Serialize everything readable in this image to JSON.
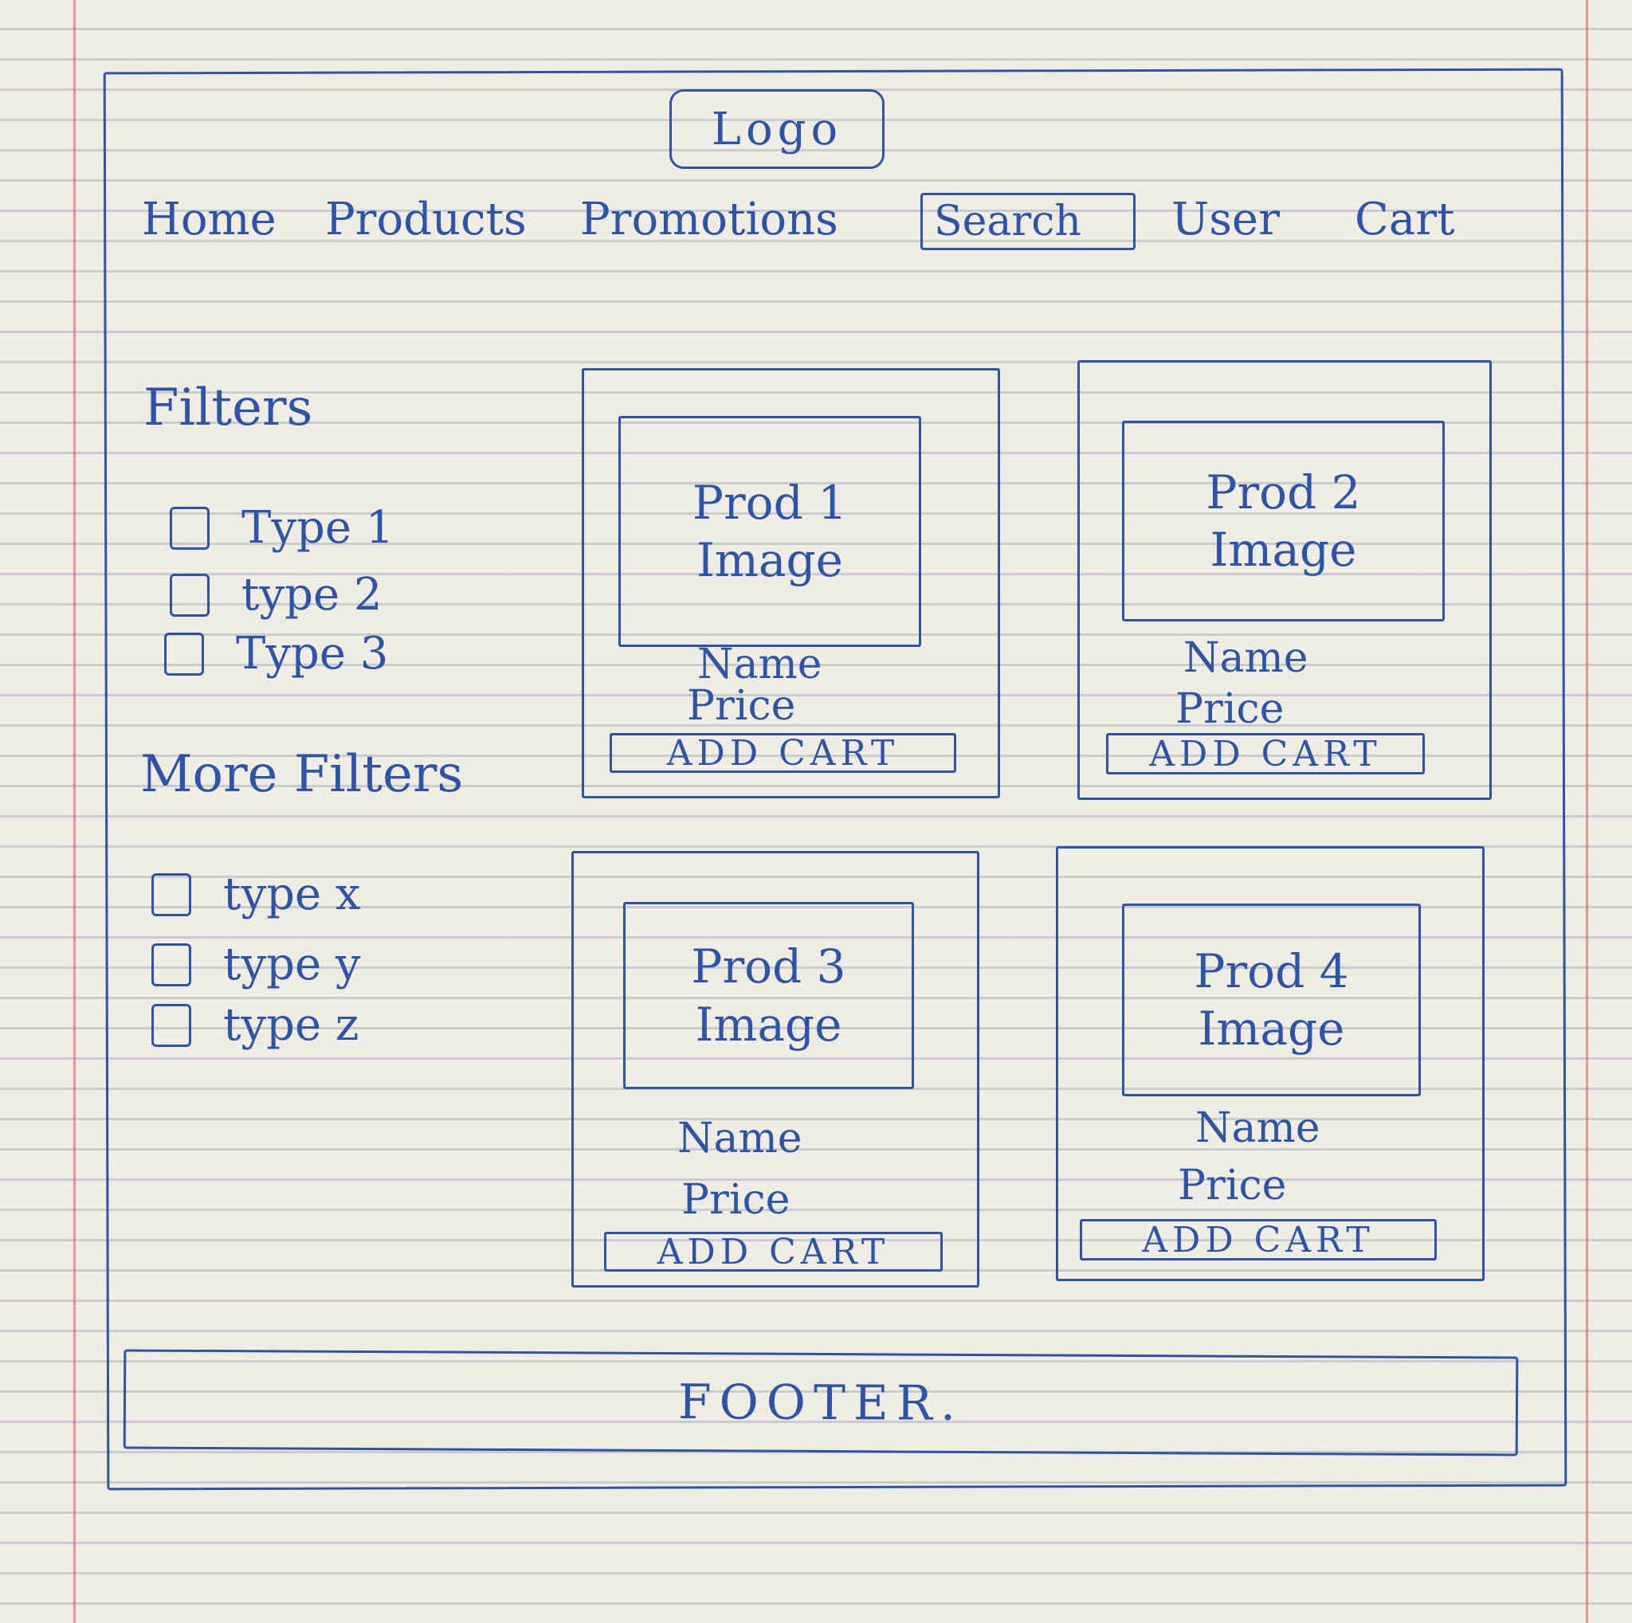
{
  "header": {
    "logo": "Logo"
  },
  "nav": {
    "home": "Home",
    "products": "Products",
    "promotions": "Promotions",
    "search": "Search",
    "user": "User",
    "cart": "Cart"
  },
  "sidebar": {
    "filters_title": "Filters",
    "filters": [
      "Type 1",
      "type 2",
      "Type 3"
    ],
    "more_filters_title": "More Filters",
    "more_filters": [
      "type x",
      "type y",
      "type z"
    ]
  },
  "products": [
    {
      "image_line1": "Prod 1",
      "image_line2": "Image",
      "name": "Name",
      "price": "Price",
      "button": "ADD CART"
    },
    {
      "image_line1": "Prod 2",
      "image_line2": "Image",
      "name": "Name",
      "price": "Price",
      "button": "ADD CART"
    },
    {
      "image_line1": "Prod 3",
      "image_line2": "Image",
      "name": "Name",
      "price": "Price",
      "button": "ADD CART"
    },
    {
      "image_line1": "Prod 4",
      "image_line2": "Image",
      "name": "Name",
      "price": "Price",
      "button": "ADD CART"
    }
  ],
  "footer": {
    "label": "FOOTER."
  }
}
